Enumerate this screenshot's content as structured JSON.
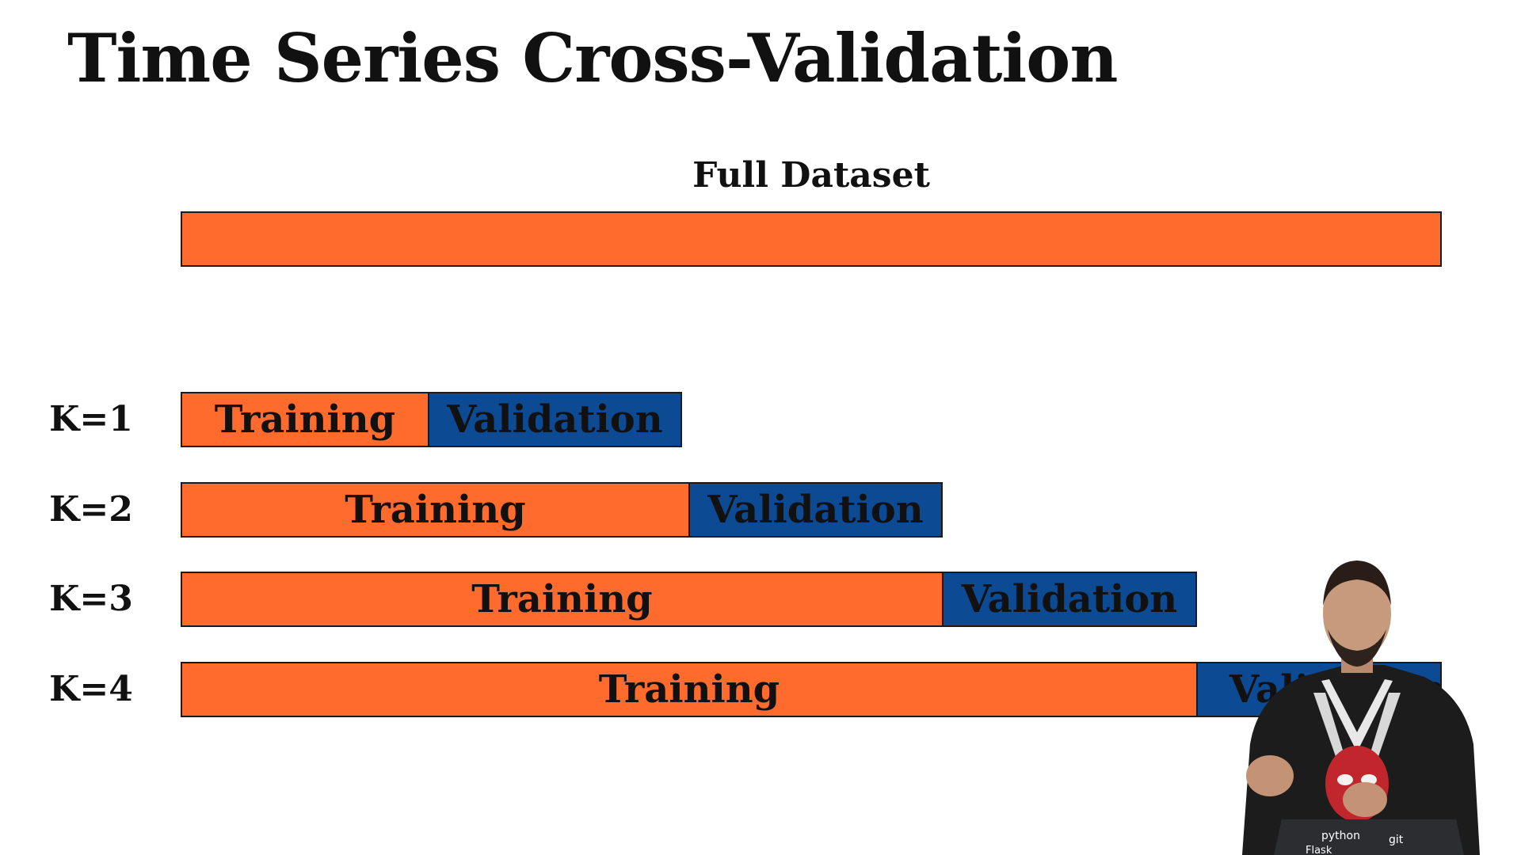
{
  "slide": {
    "title": "Time Series Cross-Validation",
    "full_dataset_label": "Full Dataset"
  },
  "colors": {
    "training": "#ff6b2c",
    "validation": "#0d4a94",
    "border": "#1a1a1a"
  },
  "folds": [
    {
      "label": "K=1",
      "training_label": "Training",
      "validation_label": "Validation"
    },
    {
      "label": "K=2",
      "training_label": "Training",
      "validation_label": "Validation"
    },
    {
      "label": "K=3",
      "training_label": "Training",
      "validation_label": "Validation"
    },
    {
      "label": "K=4",
      "training_label": "Training",
      "validation_label": "Validation"
    }
  ],
  "presenter": {
    "laptop_stickers": [
      "python",
      "git",
      "Flask"
    ]
  }
}
